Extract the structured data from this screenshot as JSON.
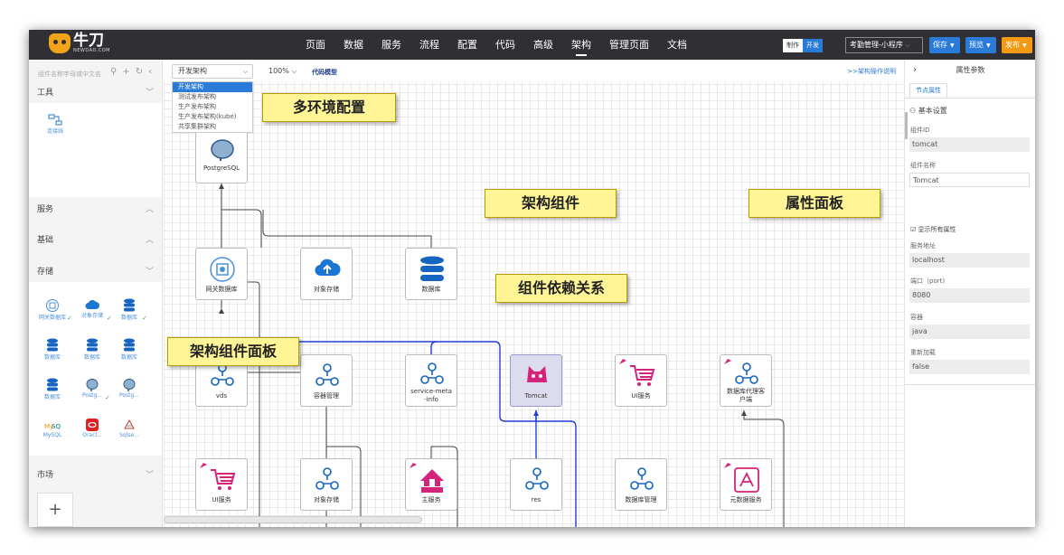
{
  "brand": {
    "name": "牛刀",
    "sub": "NEWDAO.COM"
  },
  "nav": [
    "页面",
    "数据",
    "服务",
    "流程",
    "配置",
    "代码",
    "高级",
    "架构",
    "管理页面",
    "文档"
  ],
  "nav_active": "架构",
  "mode": {
    "make": "制作",
    "dev": "开发"
  },
  "app_select": "考勤管理-小程序",
  "buttons": {
    "save": "保存",
    "preview": "预览",
    "publish": "发布"
  },
  "colors": {
    "save": "#2a7bd8",
    "preview": "#2a7bd8",
    "publish": "#f49a12",
    "accent": "#2a7bd8",
    "callout": "#fff596"
  },
  "left": {
    "search_placeholder": "组件名称字母或中文名",
    "sections": {
      "tools": "工具",
      "services": "服务",
      "basic": "基础",
      "storage": "存储",
      "market": "市场"
    },
    "tool_item": "连接线",
    "storage_items": [
      "网关数据库",
      "对象存储",
      "数据库",
      "数据库",
      "数据库",
      "数据库",
      "数据库",
      "Postg...",
      "Postg...",
      "MySQL",
      "Oracl...",
      "Sqlse..."
    ],
    "market_add": "+"
  },
  "toolbar": {
    "env_selected": "开发架构",
    "zoom": "100%",
    "code_mode": "代码模型",
    "arch_help": ">>架构操作说明"
  },
  "env_options": [
    "开发架构",
    "测试发布架构",
    "生产发布架构",
    "生产发布架构(kube)",
    "共享集群架构"
  ],
  "nodes": {
    "postgres": "PostgreSQL",
    "gateway_db": "网关数据库",
    "object_storage_1": "对象存储",
    "database": "数据库",
    "vds": "vds",
    "container_mgmt": "容器管理",
    "service_meta": "service-meta-info",
    "tomcat": "Tomcat",
    "ui_service_1": "UI服务",
    "db_proxy": "数据库代理客户端",
    "ui_service_2": "UI服务",
    "object_storage_2": "对象存储",
    "main_service": "主服务",
    "res": "res",
    "db_mgmt": "数据库管理",
    "meta_service": "元数据服务"
  },
  "callouts": {
    "multi_env": "多环境配置",
    "arch_component": "架构组件",
    "property_panel": "属性面板",
    "dependency": "组件依赖关系",
    "component_panel": "架构组件面板"
  },
  "right": {
    "title": "属性参数",
    "tab": "节点属性",
    "basic": "基本设置",
    "fields": [
      {
        "label": "组件ID",
        "value": "tomcat"
      },
      {
        "label": "组件名称",
        "value": "Tomcat"
      },
      {
        "label": "服务地址",
        "value": "localhost"
      },
      {
        "label": "端口（port)",
        "value": "8080"
      },
      {
        "label": "容器",
        "value": "java"
      },
      {
        "label": "重新加载",
        "value": "false"
      }
    ],
    "show_all": "显示所有属性"
  }
}
